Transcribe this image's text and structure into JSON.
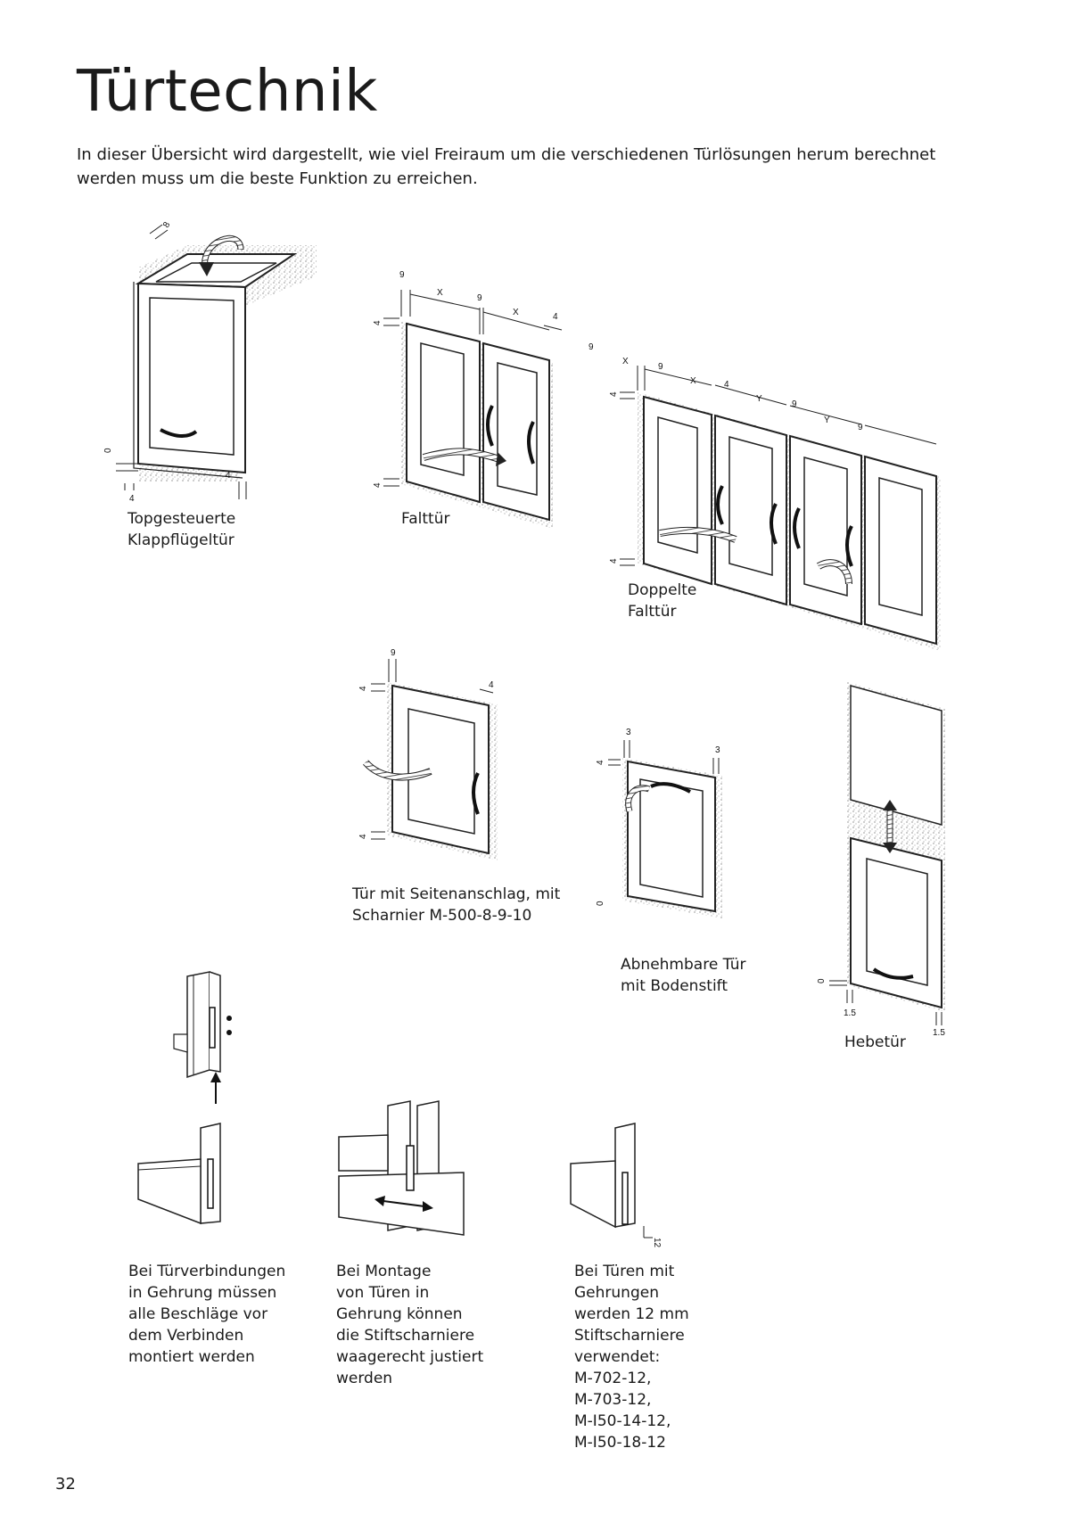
{
  "page": {
    "title": "Türtechnik",
    "intro": "In dieser Übersicht wird dargestellt, wie viel Freiraum um die verschiedenen Türlösungen herum berechnet werden muss um die beste Funktion zu erreichen.",
    "page_number": "32"
  },
  "figures": {
    "topgesteuerte": {
      "caption_line1": "Topgesteuerte",
      "caption_line2": "Klappflügeltür",
      "dims": {
        "top": "8",
        "left_zero": "0",
        "bottom": "4",
        "right": "4"
      }
    },
    "falttuer": {
      "caption": "Falttür",
      "dims": {
        "a": "9",
        "b": "X",
        "c": "9",
        "d": "X",
        "e": "4",
        "f": "4",
        "g": "4"
      }
    },
    "doppelte_falttuer": {
      "caption_line1": "Doppelte",
      "caption_line2": "Falttür",
      "dims": {
        "a": "9",
        "b": "X",
        "c": "9",
        "d": "X",
        "e": "4",
        "f": "Y",
        "g": "9",
        "h": "Y",
        "i": "9",
        "j": "4",
        "k": "4"
      }
    },
    "seitenanschlag": {
      "caption_line1": "Tür mit Seitenanschlag, mit",
      "caption_line2": "Scharnier M-500-8-9-10",
      "dims": {
        "a": "9",
        "b": "4",
        "c": "4",
        "d": "4"
      }
    },
    "abnehmbare": {
      "caption_line1": "Abnehmbare Tür",
      "caption_line2": "mit Bodenstift",
      "dims": {
        "a": "3",
        "b": "4",
        "c": "3",
        "d": "0"
      }
    },
    "hebetuer": {
      "caption": "Hebetür",
      "dims": {
        "a": "0",
        "b": "1.5",
        "c": "1.5"
      }
    },
    "profile_12": {
      "dim": "12"
    }
  },
  "notes": [
    {
      "lines": [
        "Bei Türverbindungen",
        "in Gehrung müssen",
        "alle Beschläge vor",
        "dem Verbinden",
        "montiert werden"
      ]
    },
    {
      "lines": [
        "Bei Montage",
        "von Türen in",
        "Gehrung können",
        "die Stiftscharniere",
        "waagerecht justiert",
        "werden"
      ]
    },
    {
      "lines": [
        "Bei Türen mit",
        "Gehrungen",
        "werden 12 mm",
        "Stiftscharniere",
        "verwendet:",
        "M-702-12,",
        "M-703-12,",
        "M-I50-14-12,",
        "M-I50-18-12"
      ]
    }
  ]
}
